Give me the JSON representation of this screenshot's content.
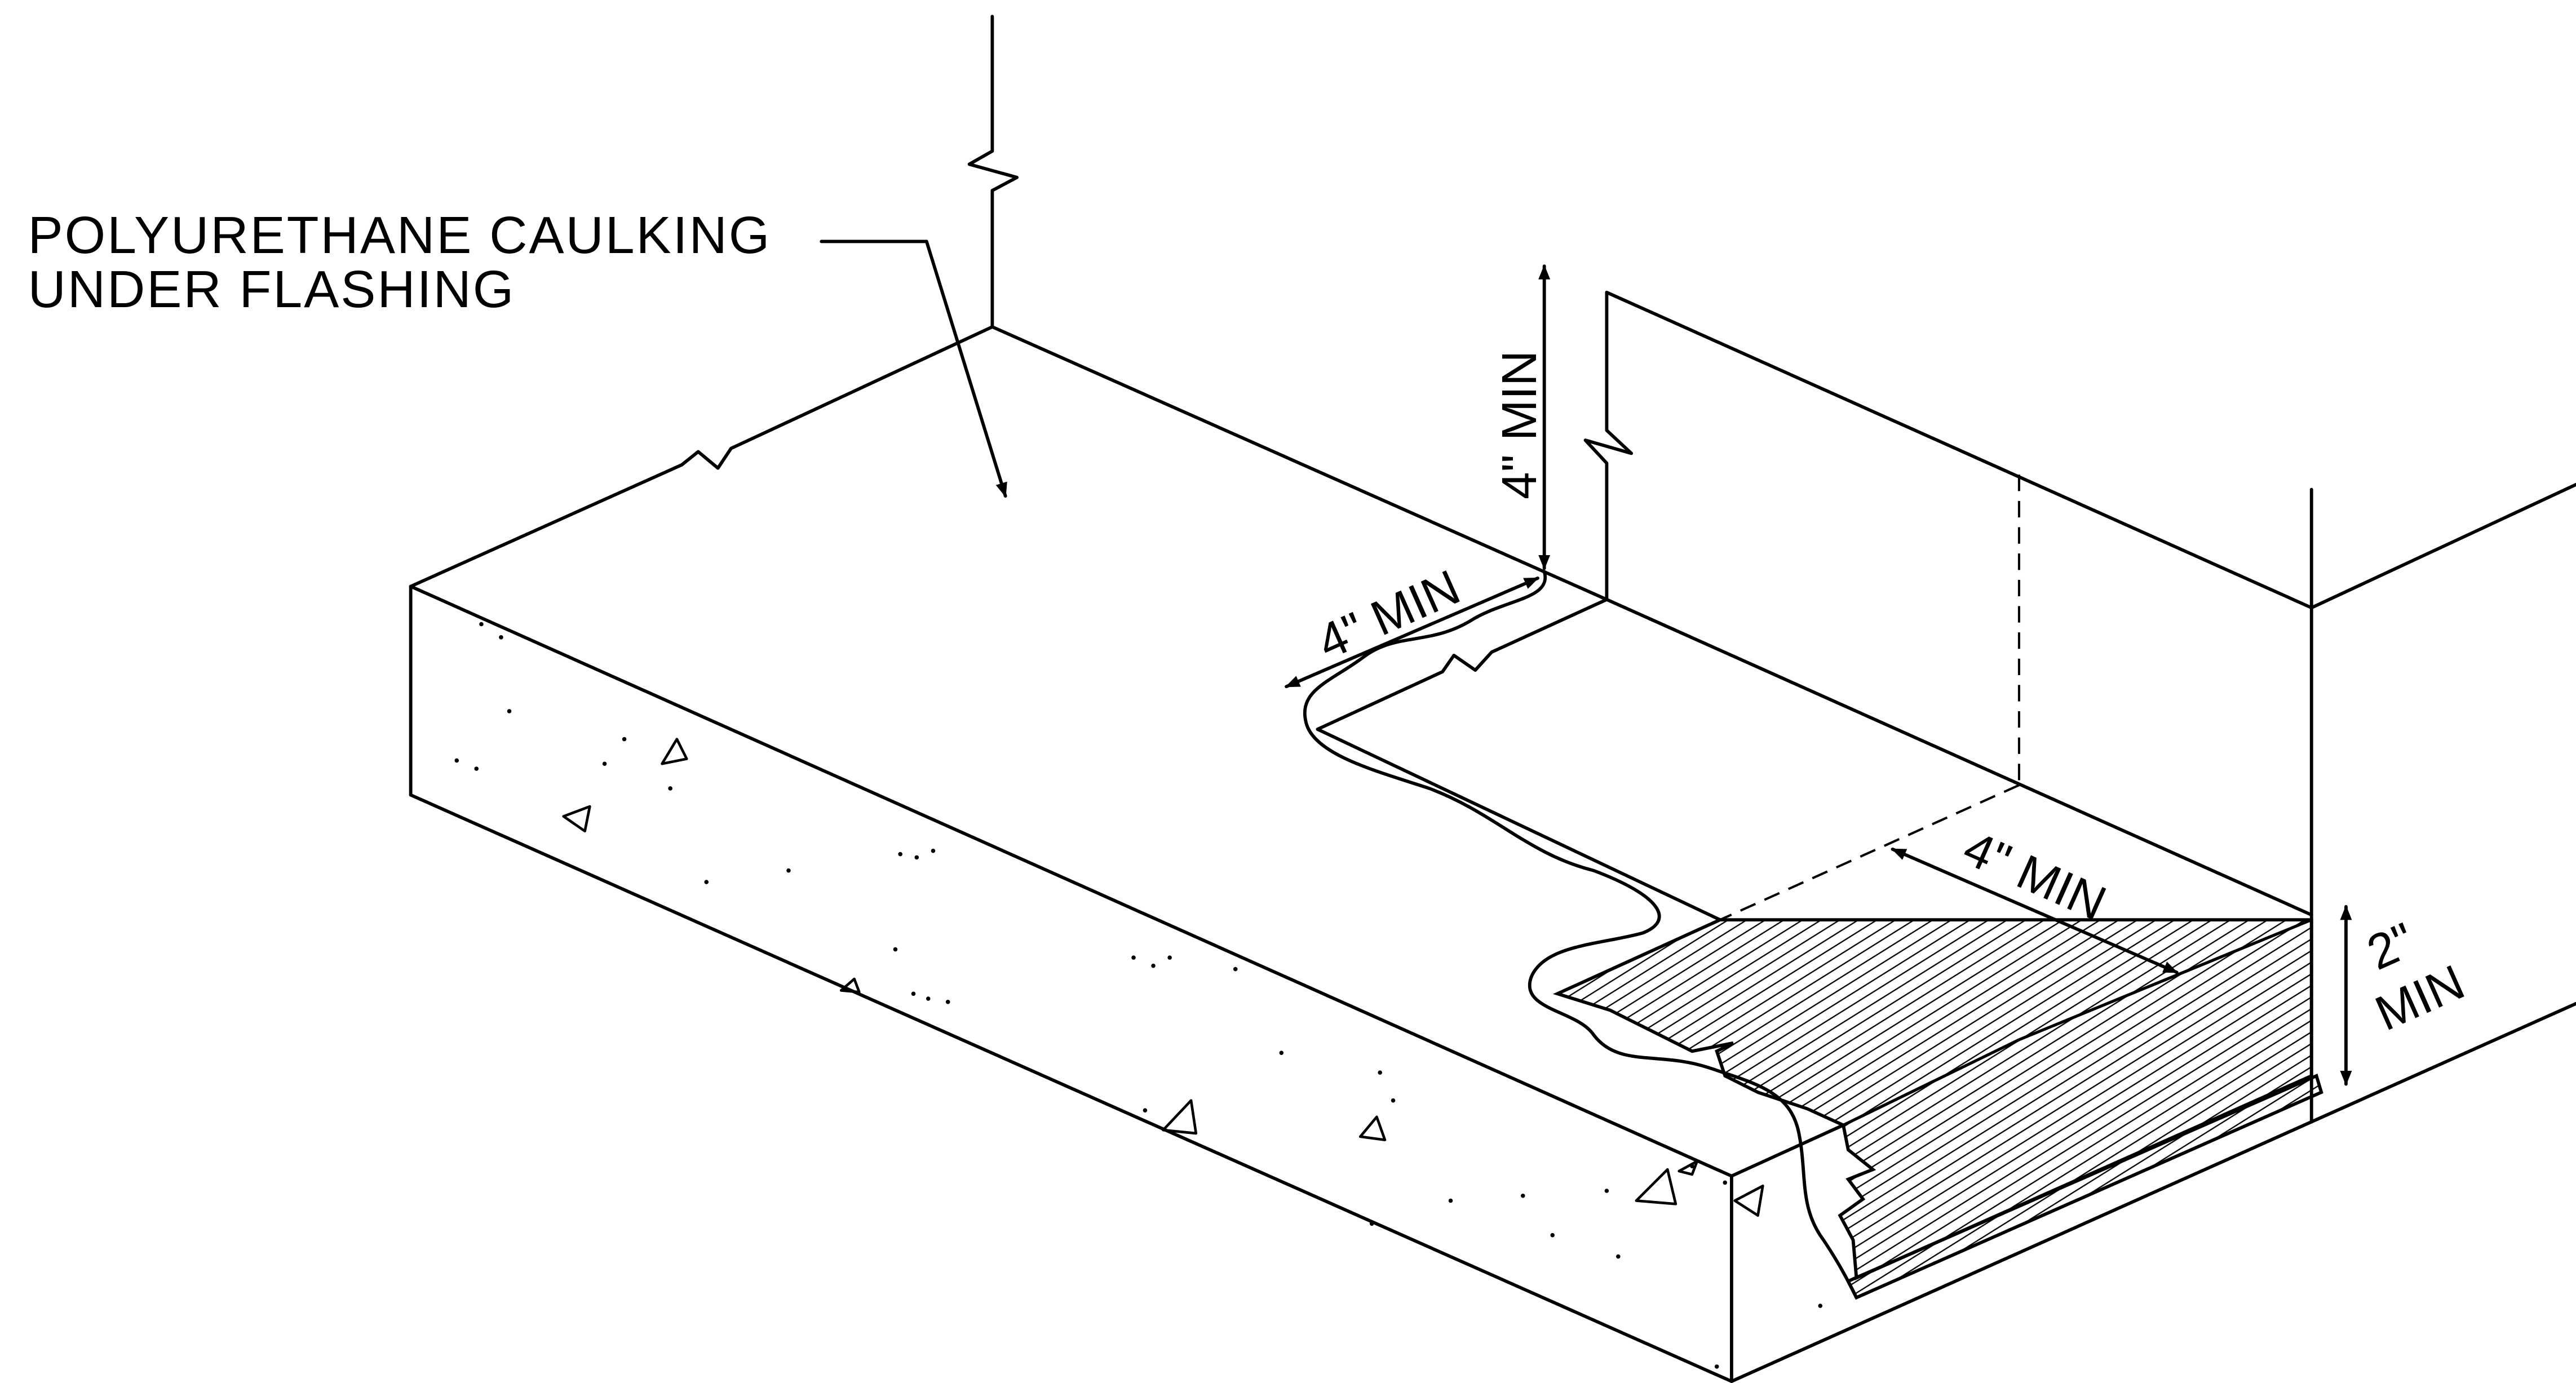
{
  "labels": {
    "caulking_line1": "POLYURETHANE CAULKING",
    "caulking_line2": "UNDER FLASHING"
  },
  "dimensions": {
    "wall_height": "4\" MIN",
    "flashing_width": "4\" MIN",
    "base_width": "4\" MIN",
    "curb_height_line1": "2\"",
    "curb_height_line2": "MIN"
  },
  "colors": {
    "line": "#000000",
    "background": "#ffffff"
  }
}
